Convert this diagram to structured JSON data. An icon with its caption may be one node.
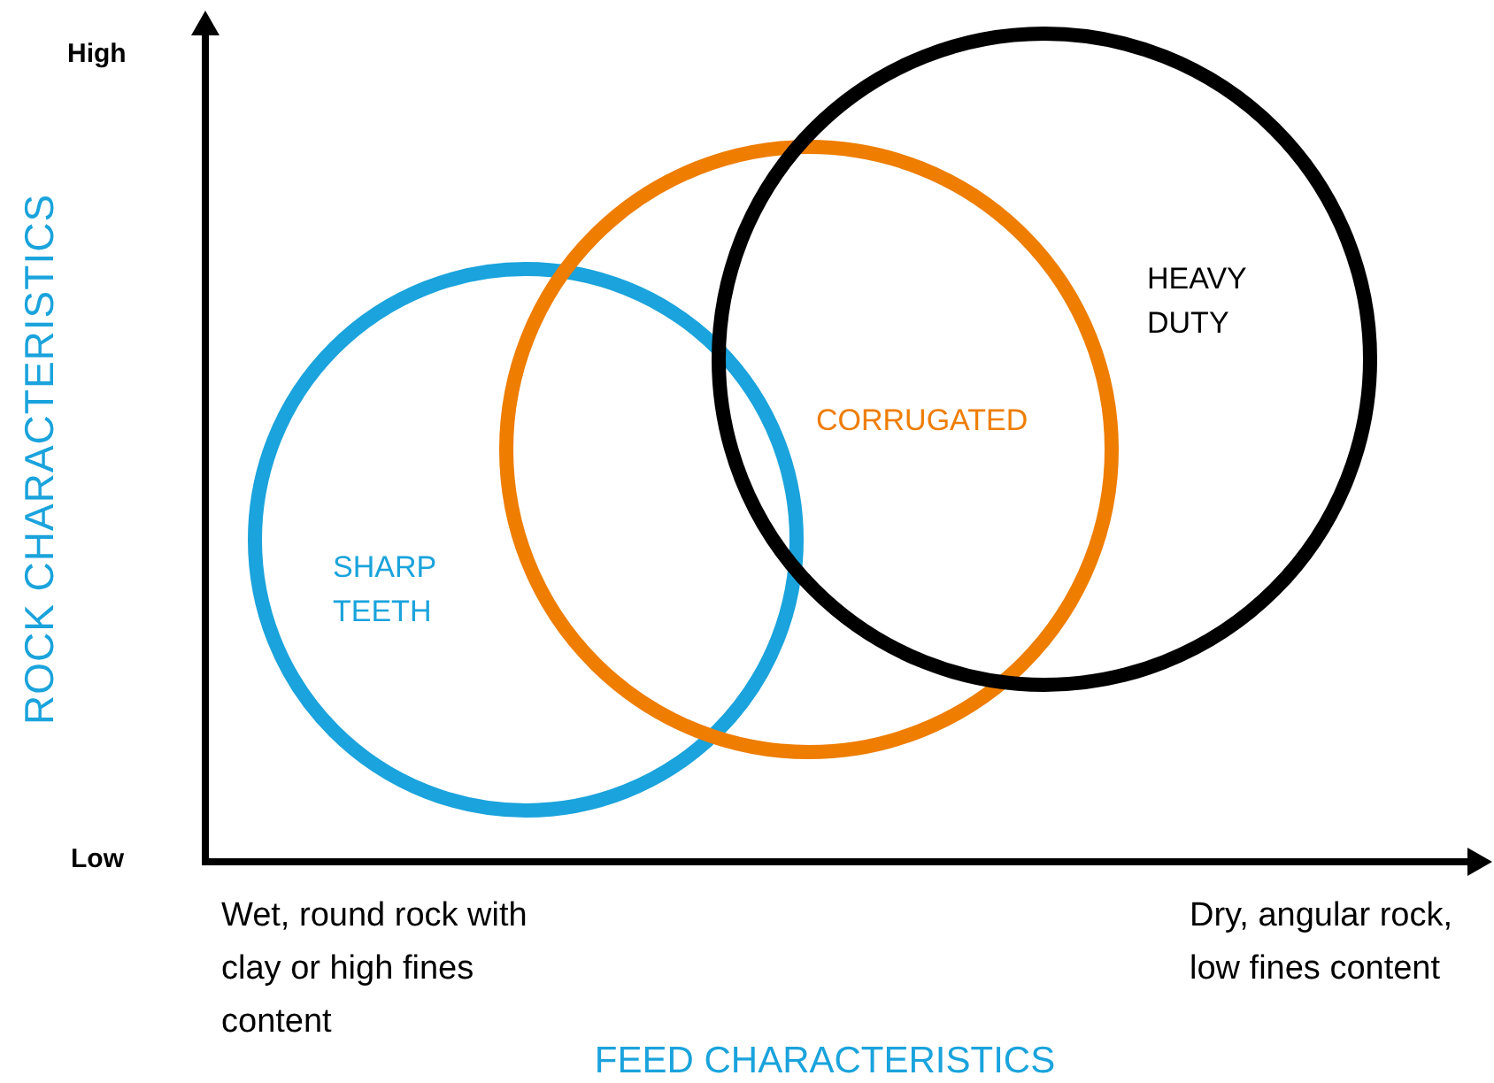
{
  "diagram": {
    "nodes": [
      {
        "text": [
          "SHARP TEETH"
        ]
      },
      {
        "text": [
          "CORRUGATED"
        ]
      },
      {
        "text": [
          "HEAVY DUTY"
        ]
      }
    ],
    "labels": [
      "High",
      "ROCK CHARACTERISTICS",
      "Low",
      "Wet, round rock with clay or high fines content",
      "Dry, angular rock, low fines content",
      "FEED CHARACTERISTICS"
    ]
  }
}
